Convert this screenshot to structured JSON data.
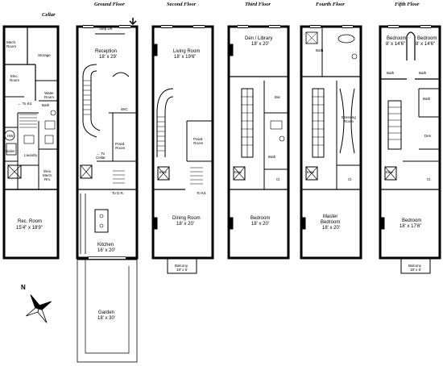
{
  "floors": [
    {
      "id": "cellar",
      "title": "Cellar"
    },
    {
      "id": "ground",
      "title": "Ground Floor"
    },
    {
      "id": "second",
      "title": "Second Floor"
    },
    {
      "id": "third",
      "title": "Third Floor"
    },
    {
      "id": "fourth",
      "title": "Fourth Floor"
    },
    {
      "id": "fifth",
      "title": "Fifth Floor"
    }
  ],
  "cellar": {
    "mech_room": "Mech.\nRoom",
    "storage": "Storage",
    "elec_room": "Elec.\nRoom",
    "to_kit": "← To Kit.",
    "water_room": "Water\nRoom",
    "bath": "Bath",
    "hw": "HW",
    "boiler": "Boiler",
    "laundry": "Laundry",
    "elev_mech_rm": "Elev.\nMech.\nRm.",
    "rec_room": "Rec. Room",
    "rec_room_dim": "15'4\" x 18'9\""
  },
  "ground": {
    "entry_dn": "Step Dn.",
    "reception": "Reception",
    "reception_dim": "18' x 29'",
    "wic": "WIC",
    "to_cellar": "← To\nCellar",
    "powder_room": "Powd.\nRoom",
    "to_dr": "To D.R.",
    "kitchen": "Kitchen",
    "kitchen_dim": "16' x 20'",
    "garden": "Garden",
    "garden_dim": "18' x 30'"
  },
  "second": {
    "living_room": "Living Room",
    "living_room_dim": "18' x 19'6\"",
    "powder_room": "Powd.\nRoom",
    "elev": "Elev.",
    "to_kit": "To Kit.",
    "dining_room": "Dining Room",
    "dining_room_dim": "18' x 20'",
    "balcony": "Balcony",
    "balcony_dim": "18' x 6'"
  },
  "third": {
    "den_library": "Den / Library",
    "den_library_dim": "18' x 20'",
    "bar": "Bar",
    "bath": "Bath",
    "elev": "Elev.",
    "cl": "Cl.",
    "bedroom": "Bedroom",
    "bedroom_dim": "18' x 20'"
  },
  "fourth": {
    "bath": "Bath",
    "dressing_room": "Dressing\nRoom",
    "elev": "Elev.",
    "cl": "Cl.",
    "master_bedroom": "Master\nBedroom",
    "master_bedroom_dim": "18' x 20'"
  },
  "fifth": {
    "bedroom_a": "Bedroom",
    "bedroom_a_dim": "8' x 14'6\"",
    "bedroom_b": "Bedroom",
    "bedroom_b_dim": "8' x 14'6\"",
    "bath_a": "Bath",
    "bath_b": "Bath",
    "bath_c": "Bath",
    "den": "Den",
    "elev": "Elev.",
    "cl": "Cl.",
    "bedroom": "Bedroom",
    "bedroom_dim": "18' x 17'6\"",
    "balcony": "Balcony",
    "balcony_dim": "18' x 6'"
  },
  "compass": {
    "label": "N"
  }
}
